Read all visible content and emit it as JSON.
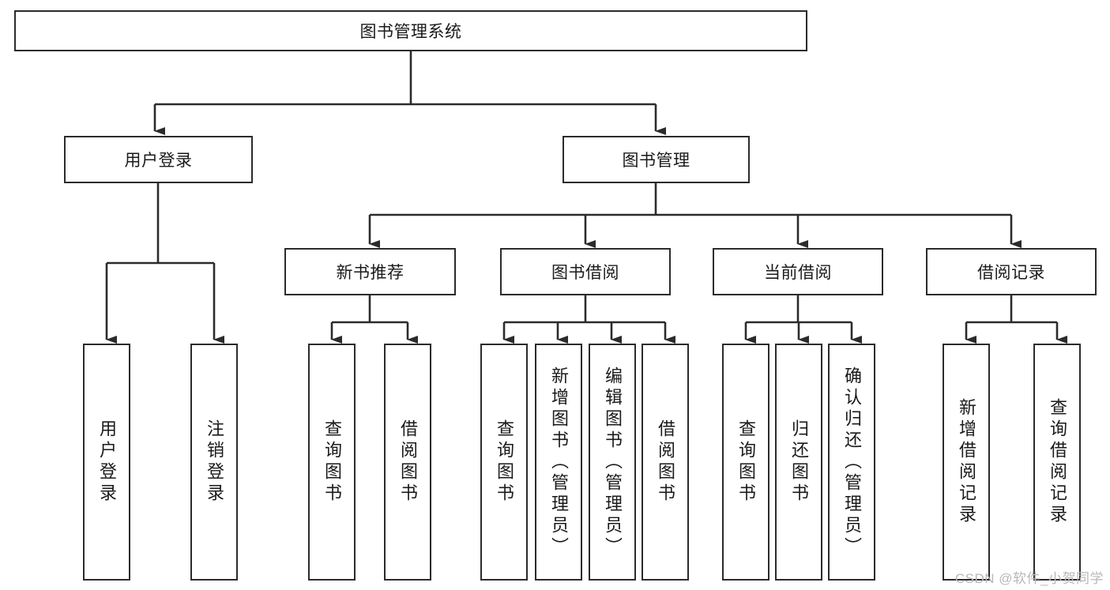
{
  "diagram": {
    "type": "tree",
    "title_node": "图书管理系统",
    "root": {
      "label": "图书管理系统"
    },
    "level2": [
      {
        "label": "用户登录"
      },
      {
        "label": "图书管理"
      }
    ],
    "level3": [
      {
        "label": "新书推荐"
      },
      {
        "label": "图书借阅"
      },
      {
        "label": "当前借阅"
      },
      {
        "label": "借阅记录"
      }
    ],
    "leaves": {
      "user_login": [
        {
          "label": "用户登录"
        },
        {
          "label": "注销登录"
        }
      ],
      "new_book_recommend": [
        {
          "label": "查询图书"
        },
        {
          "label": "借阅图书"
        }
      ],
      "book_borrow": [
        {
          "label": "查询图书"
        },
        {
          "label": "新增图书（管理员）"
        },
        {
          "label": "编辑图书（管理员）"
        },
        {
          "label": "借阅图书"
        }
      ],
      "current_borrow": [
        {
          "label": "查询图书"
        },
        {
          "label": "归还图书"
        },
        {
          "label": "确认归还（管理员）"
        }
      ],
      "borrow_record": [
        {
          "label": "新增借阅记录"
        },
        {
          "label": "查询借阅记录"
        }
      ]
    }
  },
  "watermark": {
    "text": "CSDN @软件_小贺同学"
  },
  "colors": {
    "stroke": "#2b2b2b",
    "fill": "#ffffff",
    "text": "#1a1a1a",
    "watermark": "#b8b8b8"
  }
}
